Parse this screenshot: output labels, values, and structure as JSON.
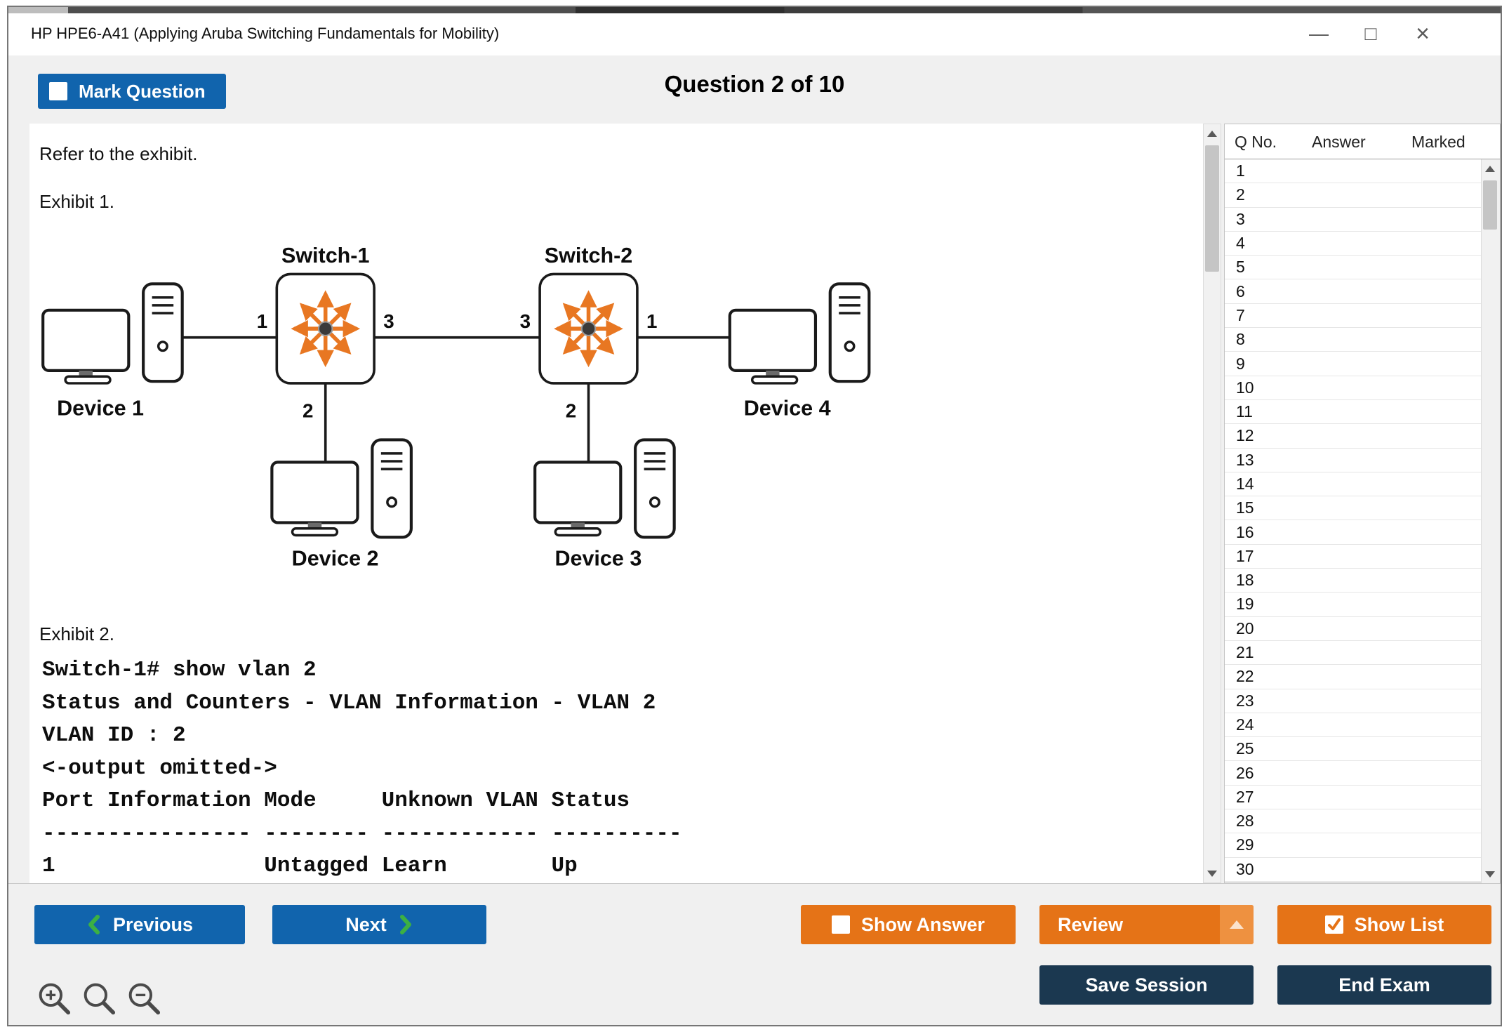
{
  "colors": {
    "accent_blue": "#1164ad",
    "accent_orange": "#e57317",
    "navy": "#1b3850",
    "chevron_green": "#3cb043",
    "diagram_orange": "#e87722"
  },
  "window": {
    "title": "HP HPE6-A41 (Applying Aruba Switching Fundamentals for Mobility)",
    "minimize_glyph": "—",
    "maximize_glyph": "□",
    "close_glyph": "×"
  },
  "header": {
    "mark_question_label": "Mark Question",
    "question_title": "Question 2 of 10"
  },
  "question": {
    "refer_text": "Refer to the exhibit.",
    "exhibit1_label": "Exhibit 1.",
    "exhibit2_label": "Exhibit 2.",
    "console_output": "Switch-1# show vlan 2\nStatus and Counters - VLAN Information - VLAN 2\nVLAN ID : 2\n<-output omitted->\nPort Information Mode     Unknown VLAN Status\n---------------- -------- ------------ ----------\n1                Untagged Learn        Up"
  },
  "diagram": {
    "switch1_label": "Switch-1",
    "switch2_label": "Switch-2",
    "device1_label": "Device 1",
    "device2_label": "Device 2",
    "device3_label": "Device 3",
    "device4_label": "Device 4",
    "port_s1_left": "1",
    "port_s1_right": "3",
    "port_s1_bottom": "2",
    "port_s2_left": "3",
    "port_s2_right": "1",
    "port_s2_bottom": "2"
  },
  "question_list": {
    "headers": [
      "Q No.",
      "Answer",
      "Marked"
    ],
    "visible_questions": [
      "1",
      "2",
      "3",
      "4",
      "5",
      "6",
      "7",
      "8",
      "9",
      "10",
      "11",
      "12",
      "13",
      "14",
      "15",
      "16",
      "17",
      "18",
      "19",
      "20",
      "21",
      "22",
      "23",
      "24",
      "25",
      "26",
      "27",
      "28",
      "29",
      "30"
    ]
  },
  "footer": {
    "previous_label": "Previous",
    "next_label": "Next",
    "show_answer_label": "Show Answer",
    "review_label": "Review",
    "show_list_label": "Show List",
    "save_session_label": "Save Session",
    "end_exam_label": "End Exam"
  }
}
